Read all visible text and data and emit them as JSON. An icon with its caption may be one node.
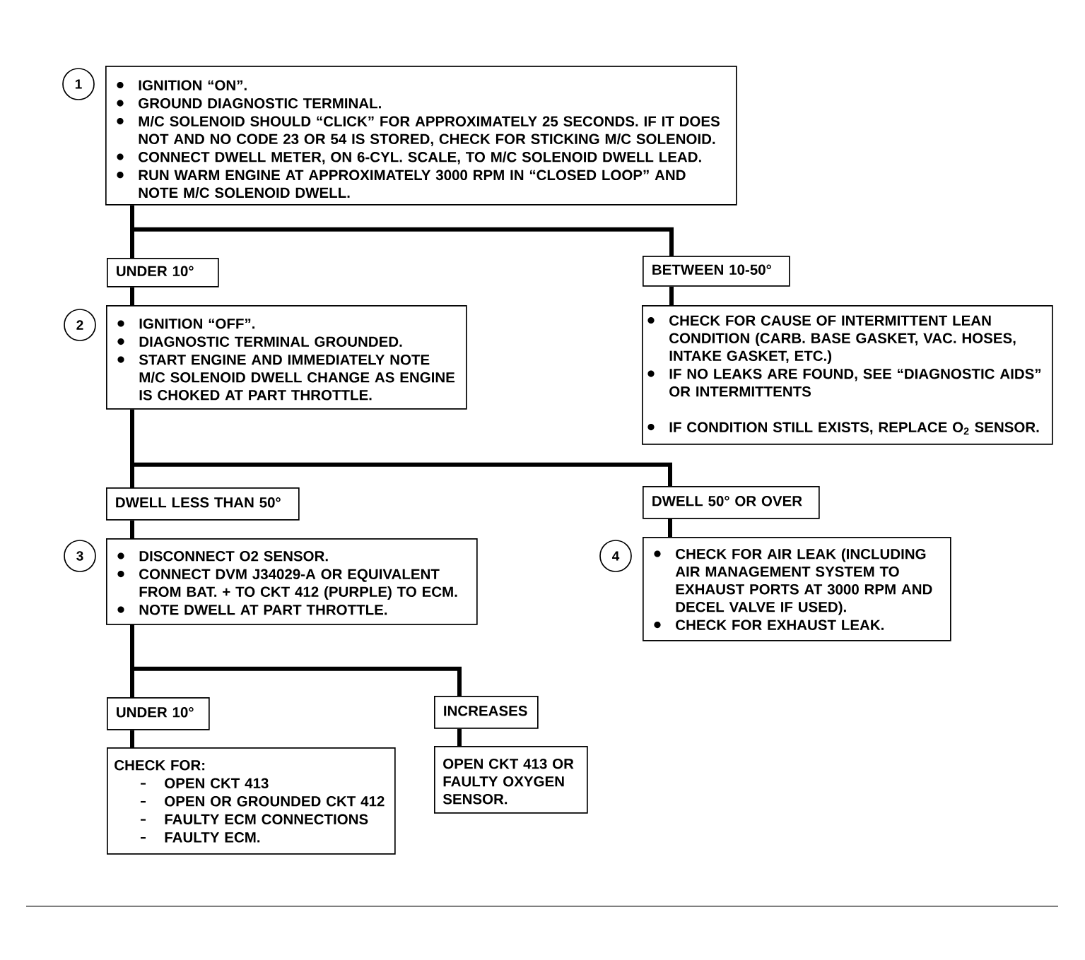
{
  "diagram": {
    "nodes": [
      {
        "text": [
          "IGNITION “ON”.",
          "GROUND DIAGNOSTIC TERMINAL.",
          "M/C SOLENOID SHOULD “CLICK” FOR APPROXIMATELY 25 SECONDS. IF IT DOES NOT AND NO CODE 23 OR 54 IS STORED, CHECK FOR STICKING M/C SOLENOID.",
          "CONNECT DWELL METER, ON 6-CYL. SCALE, TO M/C SOLENOID DWELL LEAD.",
          "RUN WARM ENGINE AT APPROXIMATELY 3000 RPM IN “CLOSED LOOP” AND NOTE M/C SOLENOID DWELL."
        ],
        "beside": [
          "1"
        ]
      },
      {
        "text": [
          "UNDER 10°"
        ]
      },
      {
        "text": [
          "BETWEEN 10-50°"
        ]
      },
      {
        "text": [
          "IGNITION “OFF”.",
          "DIAGNOSTIC TERMINAL GROUNDED.",
          "START ENGINE AND IMMEDIATELY NOTE M/C SOLENOID DWELL CHANGE AS ENGINE IS CHOKED AT PART THROTTLE."
        ],
        "beside": [
          "2"
        ]
      },
      {
        "text": [
          "CHECK FOR CAUSE OF INTERMITTENT LEAN CONDITION (CARB. BASE GASKET, VAC. HOSES, INTAKE GASKET, ETC.)",
          "IF NO LEAKS ARE FOUND, SEE “DIAGNOSTIC AIDS” OR INTERMITTENTS",
          "IF CONDITION STILL EXISTS, REPLACE O$_{2}$ SENSOR."
        ]
      },
      {
        "text": [
          "DWELL LESS THAN 50°"
        ]
      },
      {
        "text": [
          "DWELL 50° OR OVER"
        ]
      },
      {
        "text": [
          "DISCONNECT O2 SENSOR.",
          "CONNECT DVM J34029-A OR EQUIVALENT FROM BAT. + TO CKT 412 (PURPLE) TO ECM.",
          "NOTE DWELL AT PART THROTTLE."
        ],
        "beside": [
          "3"
        ]
      },
      {
        "text": [
          "CHECK FOR AIR LEAK (INCLUDING AIR MANAGEMENT SYSTEM TO EXHAUST PORTS AT 3000 RPM AND DECEL VALVE IF USED).",
          "CHECK FOR EXHAUST LEAK."
        ],
        "beside": [
          "4"
        ]
      },
      {
        "text": [
          "UNDER 10°"
        ]
      },
      {
        "text": [
          "INCREASES"
        ]
      },
      {
        "text": [
          "CHECK FOR:",
          "OPEN CKT 413",
          "OPEN OR GROUNDED CKT 412",
          "FAULTY ECM CONNECTIONS",
          "FAULTY ECM."
        ]
      },
      {
        "text": [
          "OPEN CKT 413 OR FAULTY OXYGEN SENSOR."
        ]
      }
    ],
    "edges": [
      {
        "from": 0,
        "to": 1,
        "arrow": "none"
      },
      {
        "from": 0,
        "to": 2,
        "arrow": "none"
      },
      {
        "from": 1,
        "to": 3,
        "arrow": "none"
      },
      {
        "from": 2,
        "to": 4,
        "arrow": "none"
      },
      {
        "from": 3,
        "to": 5,
        "arrow": "none"
      },
      {
        "from": 3,
        "to": 6,
        "arrow": "none"
      },
      {
        "from": 5,
        "to": 7,
        "arrow": "none"
      },
      {
        "from": 6,
        "to": 8,
        "arrow": "none"
      },
      {
        "from": 7,
        "to": 9,
        "arrow": "none"
      },
      {
        "from": 7,
        "to": 10,
        "arrow": "none"
      },
      {
        "from": 9,
        "to": 11,
        "arrow": "none"
      },
      {
        "from": 10,
        "to": 12,
        "arrow": "none"
      }
    ]
  }
}
